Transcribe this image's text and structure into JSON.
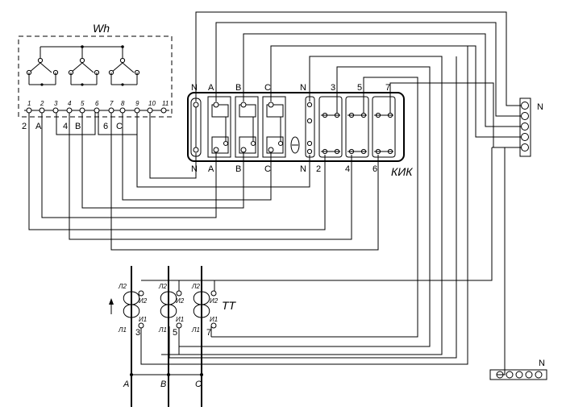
{
  "meter": {
    "title": "Wh",
    "terminal_numbers": [
      "1",
      "2",
      "3",
      "4",
      "5",
      "6",
      "7",
      "8",
      "9",
      "10",
      "11"
    ],
    "bottom_labels": [
      "2",
      "A",
      "4",
      "B",
      "6",
      "C"
    ]
  },
  "block": {
    "title": "КИК",
    "top_labels": [
      "N",
      "A",
      "B",
      "C",
      "N",
      "3",
      "5",
      "7"
    ],
    "bottom_labels": [
      "N",
      "A",
      "B",
      "C",
      "N",
      "2",
      "4",
      "6"
    ]
  },
  "right_bus": {
    "label": "N"
  },
  "ground_bus": {
    "label": "N"
  },
  "ct": {
    "title": "TT",
    "primary_top": [
      "Л2",
      "Л2",
      "Л2"
    ],
    "primary_bottom": [
      "Л1",
      "Л1",
      "Л1"
    ],
    "secondary_top": [
      "И2",
      "И2",
      "И2"
    ],
    "secondary_bottom": [
      "И1",
      "И1",
      "И1"
    ],
    "numbers": [
      "3",
      "5",
      "7"
    ]
  },
  "phases": [
    "A",
    "B",
    "C"
  ]
}
